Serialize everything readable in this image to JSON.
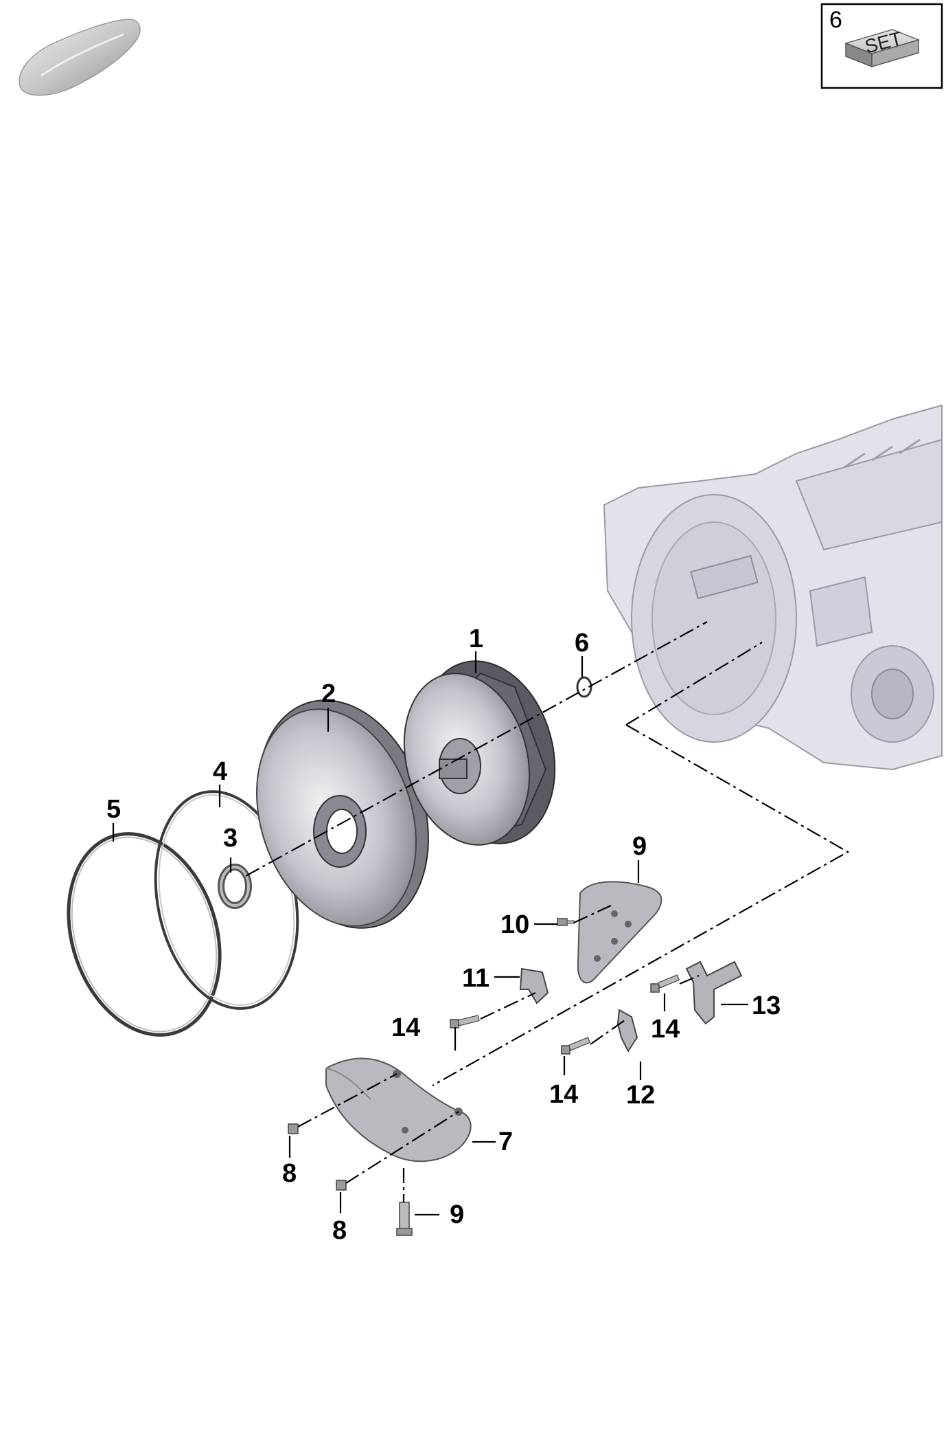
{
  "set_box": {
    "number": "6",
    "label": "SET"
  },
  "callouts": {
    "c1": "1",
    "c2": "2",
    "c3": "3",
    "c4": "4",
    "c5": "5",
    "c6": "6",
    "c7": "7",
    "c8a": "8",
    "c8b": "8",
    "c9a": "9",
    "c9b": "9",
    "c10": "10",
    "c11": "11",
    "c12": "12",
    "c13": "13",
    "c14a": "14",
    "c14b": "14",
    "c14c": "14"
  },
  "colors": {
    "part_fill": "#b9b9c0",
    "housing_fill": "#e2e2ea",
    "line": "#000000"
  },
  "icons": {
    "vehicle": "car-silhouette-icon",
    "set": "set-box-icon"
  }
}
